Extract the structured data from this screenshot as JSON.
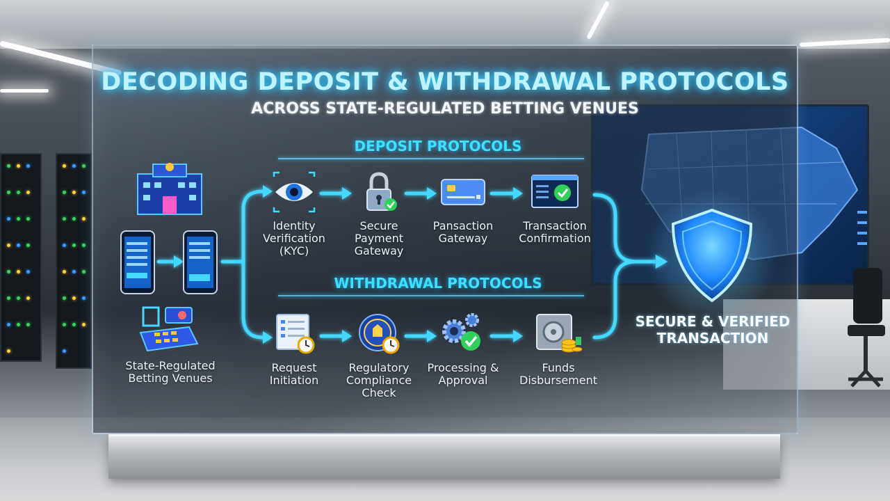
{
  "title": "DECODING DEPOSIT & WITHDRAWAL PROTOCOLS",
  "subtitle": "ACROSS STATE-REGULATED BETTING VENUES",
  "venues": {
    "label": "State-Regulated Betting Venues"
  },
  "deposit": {
    "heading": "DEPOSIT PROTOCOLS",
    "steps": [
      {
        "label": "Identity Verification (KYC)",
        "icon": "eye-icon"
      },
      {
        "label": "Secure Payment Gateway",
        "icon": "padlock-icon"
      },
      {
        "label": "Pansaction Gateway",
        "icon": "credit-card-icon"
      },
      {
        "label": "Transaction Confirmation",
        "icon": "screen-checkmark-icon"
      }
    ]
  },
  "withdrawal": {
    "heading": "WITHDRAWAL PROTOCOLS",
    "steps": [
      {
        "label": "Request Initiation",
        "icon": "form-clock-icon"
      },
      {
        "label": "Regulatory Compliance Check",
        "icon": "seal-clock-icon"
      },
      {
        "label": "Processing & Approval",
        "icon": "gears-check-icon"
      },
      {
        "label": "Funds Disbursement",
        "icon": "vault-coins-icon"
      }
    ]
  },
  "result": {
    "label": "SECURE & VERIFIED TRANSACTION",
    "icon": "shield-icon"
  },
  "colors": {
    "accent": "#3fe0ff",
    "glow": "#1aa6ff",
    "check": "#2fd15a",
    "shield": "#1e88ff"
  }
}
